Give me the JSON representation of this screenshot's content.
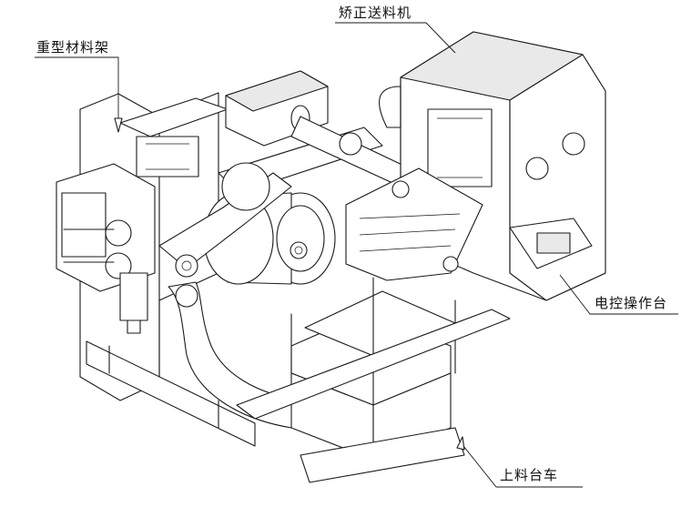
{
  "labels": {
    "straightener_feeder": "矫正送料机",
    "heavy_reel": "重型材料架",
    "control_panel": "电控操作台",
    "loading_cart": "上料台车"
  }
}
